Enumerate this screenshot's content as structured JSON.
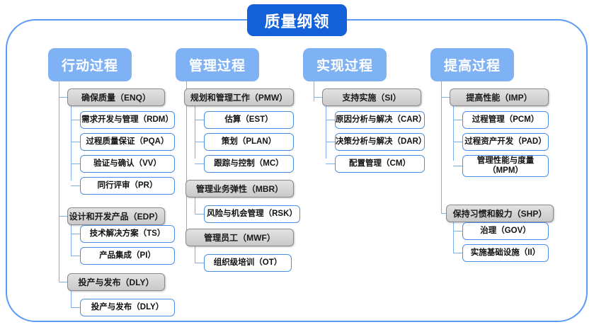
{
  "title": "质量纲领",
  "colors": {
    "title_bg": "#1360d8",
    "header_bg": "#7fb2f5",
    "frame_border": "#5b9bf3",
    "connector": "#7fb0ec",
    "group_bg": "#d6d6d6",
    "group_border": "#8a8a8a",
    "leaf_border": "#4a90e2"
  },
  "columns": [
    {
      "header": "行动过程",
      "groups": [
        {
          "label": "确保质量（ENQ）",
          "children": [
            "需求开发与管理（RDM）",
            "过程质量保证（PQA）",
            "验证与确认（VV）",
            "同行评审（PR）"
          ]
        },
        {
          "label": "设计和开发产品（EDP）",
          "children": [
            "技术解决方案（TS）",
            "产品集成（PI）"
          ]
        },
        {
          "label": "投产与发布（DLY）",
          "children": [
            "投产与发布（DLY）"
          ]
        }
      ]
    },
    {
      "header": "管理过程",
      "groups": [
        {
          "label": "规划和管理工作（PMW）",
          "children": [
            "估算（EST）",
            "策划（PLAN）",
            "跟踪与控制（MC）"
          ]
        },
        {
          "label": "管理业务弹性（MBR）",
          "children": [
            "风险与机会管理（RSK）"
          ]
        },
        {
          "label": "管理员工（MWF）",
          "children": [
            "组织级培训（OT）"
          ]
        }
      ]
    },
    {
      "header": "实现过程",
      "groups": [
        {
          "label": "支持实施（SI）",
          "children": [
            "原因分析与解决（CAR）",
            "决策分析与解决（DAR）",
            "配置管理（CM）"
          ]
        }
      ]
    },
    {
      "header": "提高过程",
      "groups": [
        {
          "label": "提高性能（IMP）",
          "children": [
            "过程管理（PCM）",
            "过程资产开发（PAD）",
            "管理性能与度量（MPM）"
          ]
        },
        {
          "label": "保持习惯和毅力（SHP）",
          "children": [
            "治理（GOV）",
            "实施基础设施（II）"
          ]
        }
      ]
    }
  ]
}
